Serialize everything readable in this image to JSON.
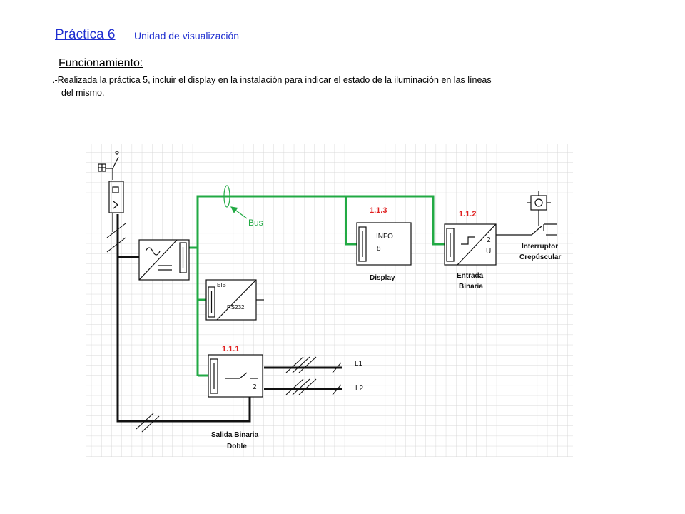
{
  "header": {
    "title": "Práctica 6",
    "subtitle": "Unidad de visualización"
  },
  "section": {
    "heading": "Funcionamiento:",
    "line1": ".-Realizada la práctica 5, incluir el display en la instalación para indicar el estado de la iluminación en las líneas",
    "line2": "del mismo."
  },
  "diagram": {
    "bus_label": "Bus",
    "colors": {
      "bus": "#22aa44",
      "power": "#111111",
      "address": "#e02020",
      "grid": "#d8d8d8"
    },
    "display": {
      "address": "1.1.3",
      "info": "INFO",
      "info_num": "8",
      "label": "Display"
    },
    "entrada": {
      "address": "1.1.2",
      "num": "2",
      "u": "U",
      "label1": "Entrada",
      "label2": "Binaria"
    },
    "interface": {
      "eib": "EIB",
      "rs232": "RS232"
    },
    "salida": {
      "address": "1.1.1",
      "num": "2",
      "label1": "Salida Binaria",
      "label2": "Doble"
    },
    "interruptor": {
      "label1": "Interruptor",
      "label2": "Crepúscular"
    },
    "lines": {
      "l1": "L1",
      "l2": "L2"
    }
  }
}
